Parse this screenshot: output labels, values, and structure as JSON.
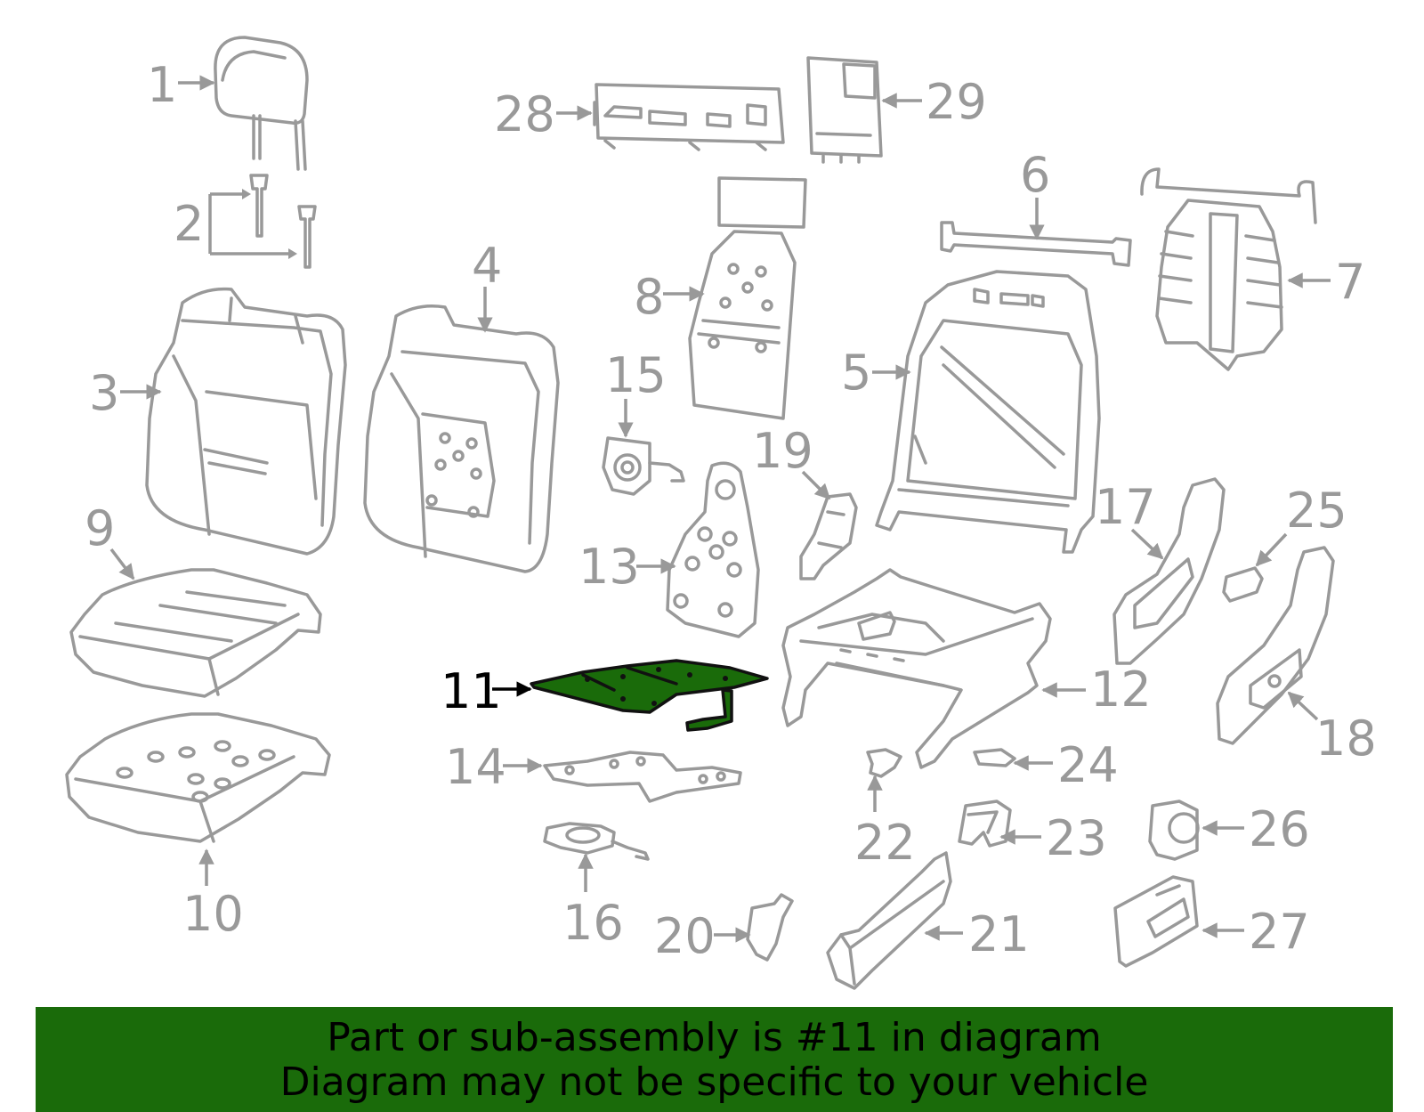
{
  "diagram": {
    "highlighted_part": "11",
    "callouts": [
      "1",
      "2",
      "3",
      "4",
      "5",
      "6",
      "7",
      "8",
      "9",
      "10",
      "11",
      "12",
      "13",
      "14",
      "15",
      "16",
      "17",
      "18",
      "19",
      "20",
      "21",
      "22",
      "23",
      "24",
      "25",
      "26",
      "27",
      "28",
      "29"
    ]
  },
  "banner": {
    "line1": "Part or sub-assembly is #11 in diagram",
    "line2": "Diagram may not be specific to your vehicle"
  },
  "colors": {
    "highlight": "#1a6b0a",
    "line_art": "#999999",
    "banner_bg": "#1a6b0a"
  }
}
